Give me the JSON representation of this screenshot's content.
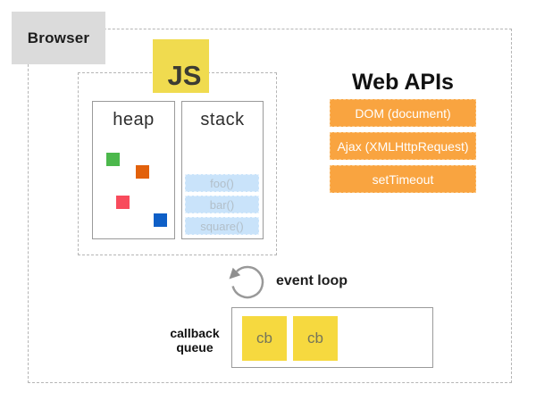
{
  "browser": {
    "label": "Browser"
  },
  "js_runtime": {
    "logo": "JS",
    "heap": {
      "title": "heap"
    },
    "stack": {
      "title": "stack",
      "frames": [
        "foo()",
        "bar()",
        "square()"
      ]
    }
  },
  "web_apis": {
    "title": "Web APIs",
    "items": [
      "DOM (document)",
      "Ajax (XMLHttpRequest)",
      "setTimeout"
    ]
  },
  "event_loop": {
    "label": "event loop"
  },
  "callback_queue": {
    "label": "callback queue",
    "items": [
      "cb",
      "cb"
    ]
  },
  "colors": {
    "js_yellow": "#F0DB4F",
    "cb_yellow": "#F6D93F",
    "api_orange": "#F9A440",
    "stack_frame_blue": "#C9E3FA",
    "browser_gray": "#DBDBDB",
    "heap_objects": [
      "#4CB84C",
      "#E2610B",
      "#F84B5C",
      "#0E5FC7"
    ]
  }
}
